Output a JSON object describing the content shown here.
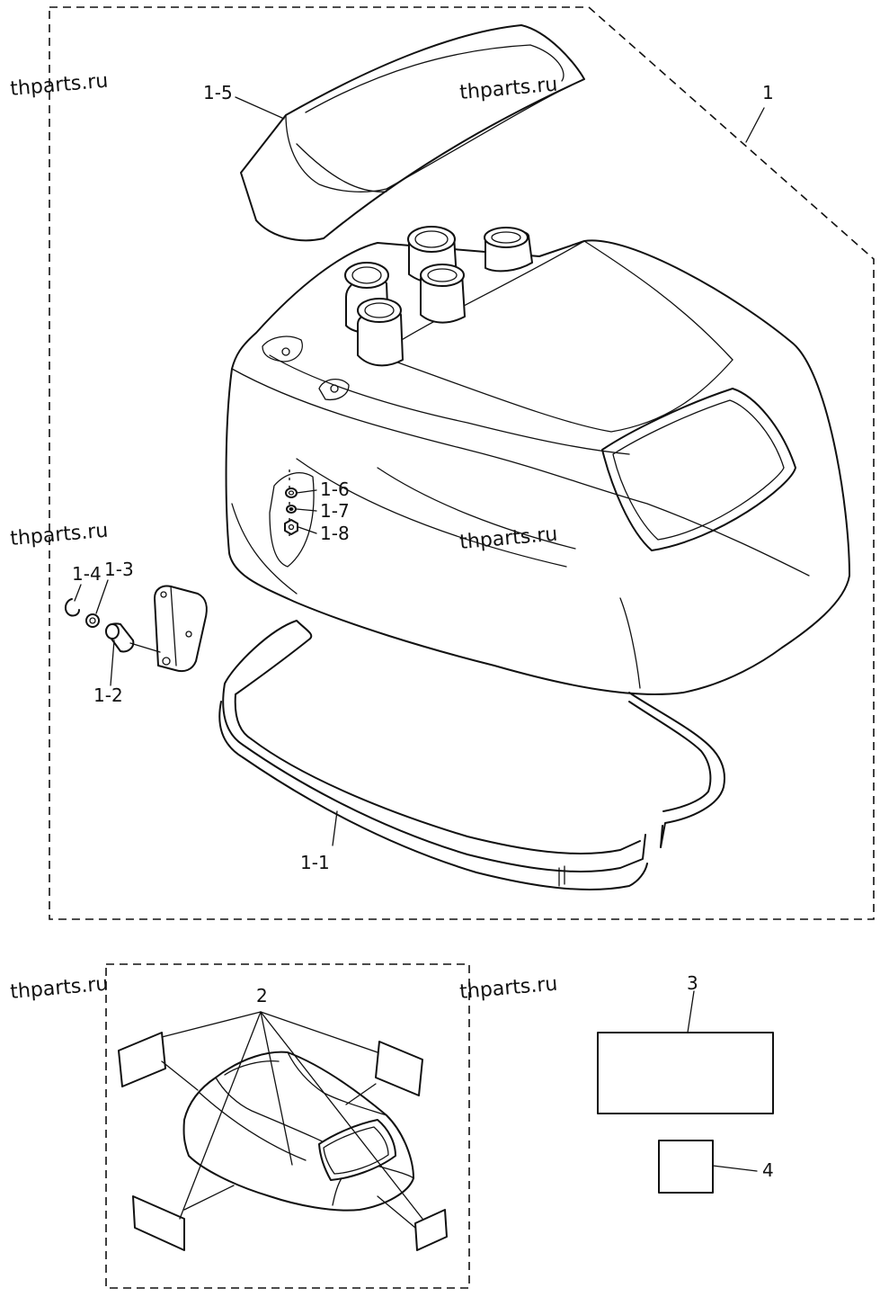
{
  "watermark_text": "thparts.ru",
  "callouts": {
    "c1": "1",
    "c1_1": "1-1",
    "c1_2": "1-2",
    "c1_3": "1-3",
    "c1_4": "1-4",
    "c1_5": "1-5",
    "c1_6": "1-6",
    "c1_7": "1-7",
    "c1_8": "1-8",
    "c2": "2",
    "c3": "3",
    "c4": "4"
  }
}
